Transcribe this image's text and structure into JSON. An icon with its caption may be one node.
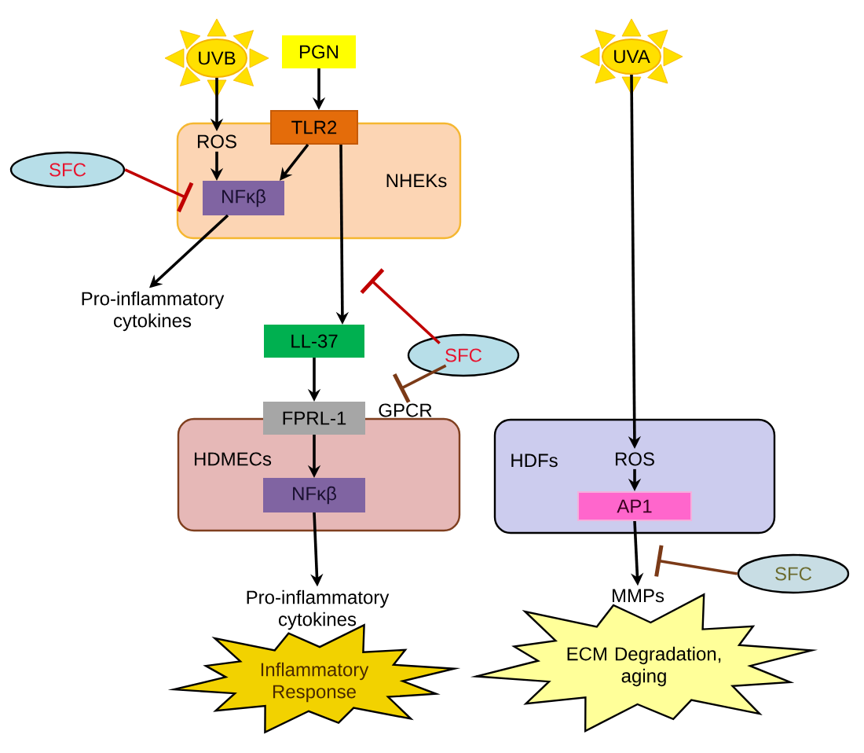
{
  "diagram": {
    "nodes": [
      {
        "text": [
          "UVB"
        ]
      },
      {
        "text": [
          "PGN"
        ]
      },
      {
        "text": [
          "NHEKs"
        ]
      },
      {
        "text": [
          "TLR2"
        ]
      },
      {
        "text": [
          "ROS"
        ],
        "in": 2
      },
      {
        "text": [
          "NFκβ"
        ],
        "in": 2
      },
      {
        "text": [
          "SFC"
        ]
      },
      {
        "text": [
          "Pro-inflammatory cytokines"
        ]
      },
      {
        "text": [
          "LL-37"
        ]
      },
      {
        "text": [
          "SFC"
        ]
      },
      {
        "text": [
          "HDMECs"
        ]
      },
      {
        "text": [
          "FPRL-1"
        ],
        "beside": [
          "GPCR"
        ]
      },
      {
        "text": [
          "NFκβ"
        ],
        "in": 10
      },
      {
        "text": [
          "Pro-inflammatory cytokines"
        ]
      },
      {
        "text": [
          "Inflammatory Response"
        ]
      },
      {
        "text": [
          "UVA"
        ]
      },
      {
        "text": [
          "HDFs"
        ]
      },
      {
        "text": [
          "ROS"
        ],
        "in": 16
      },
      {
        "text": [
          "AP1"
        ],
        "in": 16
      },
      {
        "text": [
          "MMPs"
        ]
      },
      {
        "text": [
          "SFC"
        ]
      },
      {
        "text": [
          "ECM Degradation, aging"
        ]
      }
    ],
    "edges": [
      {
        "from": 0,
        "to": 4,
        "arrow": "to"
      },
      {
        "from": 4,
        "to": 5,
        "arrow": "to"
      },
      {
        "from": 1,
        "to": 3,
        "arrow": "to"
      },
      {
        "from": 3,
        "to": 5,
        "arrow": "to"
      },
      {
        "from": 6,
        "to": 5,
        "arrow": "other",
        "color": "#c00000"
      },
      {
        "from": 5,
        "to": 7,
        "arrow": "to"
      },
      {
        "from": 3,
        "to": 8,
        "arrow": "to"
      },
      {
        "from": 9,
        "to": null,
        "arrow": "other",
        "color": "#c00000"
      },
      {
        "from": 9,
        "to": 11,
        "arrow": "other",
        "color": "#7b3a17"
      },
      {
        "from": 8,
        "to": 11,
        "arrow": "to"
      },
      {
        "from": 11,
        "to": 12,
        "arrow": "to"
      },
      {
        "from": 12,
        "to": 13,
        "arrow": "to"
      },
      {
        "from": 15,
        "to": 17,
        "arrow": "to"
      },
      {
        "from": 17,
        "to": 18,
        "arrow": "to"
      },
      {
        "from": 18,
        "to": 19,
        "arrow": "to"
      },
      {
        "from": 20,
        "to": 19,
        "arrow": "other",
        "color": "#7b3a17"
      }
    ]
  }
}
